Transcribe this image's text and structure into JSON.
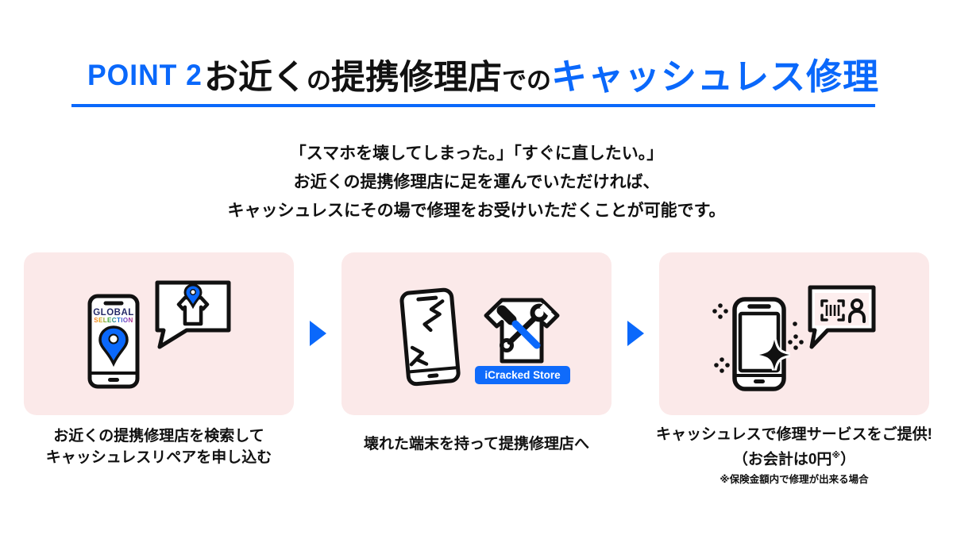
{
  "colors": {
    "accent_blue": "#0a68fb",
    "label_blue": "#0f6bfb",
    "card_bg": "#fbe9e9",
    "text": "#111111",
    "logo_navy": "#252a68"
  },
  "header": {
    "point_label": "POINT 2",
    "title_black_1": "お近く",
    "title_black_small_1": "の",
    "title_black_2": "提携修理店",
    "title_black_small_2": "での",
    "title_blue": "キャッシュレス修理"
  },
  "intro": {
    "line1": "「スマホを壊してしまった。」「すぐに直したい。」",
    "line2": "お近くの提携修理店に足を運んでいただければ、",
    "line3": "キャッシュレスにその場で修理をお受けいただくことが可能です。"
  },
  "steps": [
    {
      "logo_line1": "GLOBAL",
      "logo_line2": "SELECTION",
      "caption_line1": "お近くの提携修理店を検索して",
      "caption_line2": "キャッシュレスリペアを申し込む"
    },
    {
      "store_label": "iCracked Store",
      "caption_line1": "壊れた端末を持って提携修理店へ"
    },
    {
      "caption_line1": "キャッシュレスで修理サービスをご提供!",
      "caption_line2_pre": "（お会計は0円",
      "caption_line2_sup": "※",
      "caption_line2_post": "）",
      "note": "※保険金額内で修理が出来る場合"
    }
  ]
}
